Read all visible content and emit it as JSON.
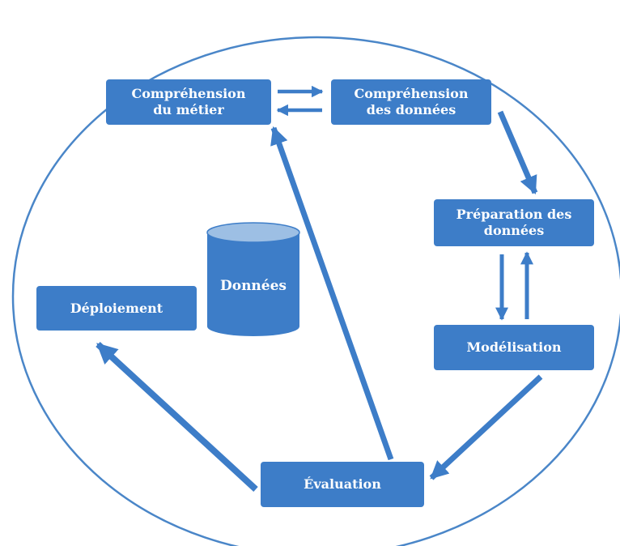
{
  "diagram": {
    "colors": {
      "box": "#3d7dc8",
      "arrow": "#3d7dc8",
      "circle": "#4a86c8",
      "database_top": "#9dbfe4",
      "text": "#ffffff"
    },
    "nodes": {
      "business_understanding": "Compréhension\ndu métier",
      "data_understanding": "Compréhension\ndes données",
      "data_preparation": "Préparation des\ndonnées",
      "modeling": "Modélisation",
      "evaluation": "Évaluation",
      "deployment": "Déploiement"
    },
    "database": {
      "label": "Données"
    },
    "edges": [
      {
        "from": "business_understanding",
        "to": "data_understanding"
      },
      {
        "from": "data_understanding",
        "to": "business_understanding"
      },
      {
        "from": "data_understanding",
        "to": "data_preparation"
      },
      {
        "from": "data_preparation",
        "to": "modeling"
      },
      {
        "from": "modeling",
        "to": "data_preparation"
      },
      {
        "from": "modeling",
        "to": "evaluation"
      },
      {
        "from": "evaluation",
        "to": "business_understanding"
      },
      {
        "from": "evaluation",
        "to": "deployment"
      }
    ]
  }
}
